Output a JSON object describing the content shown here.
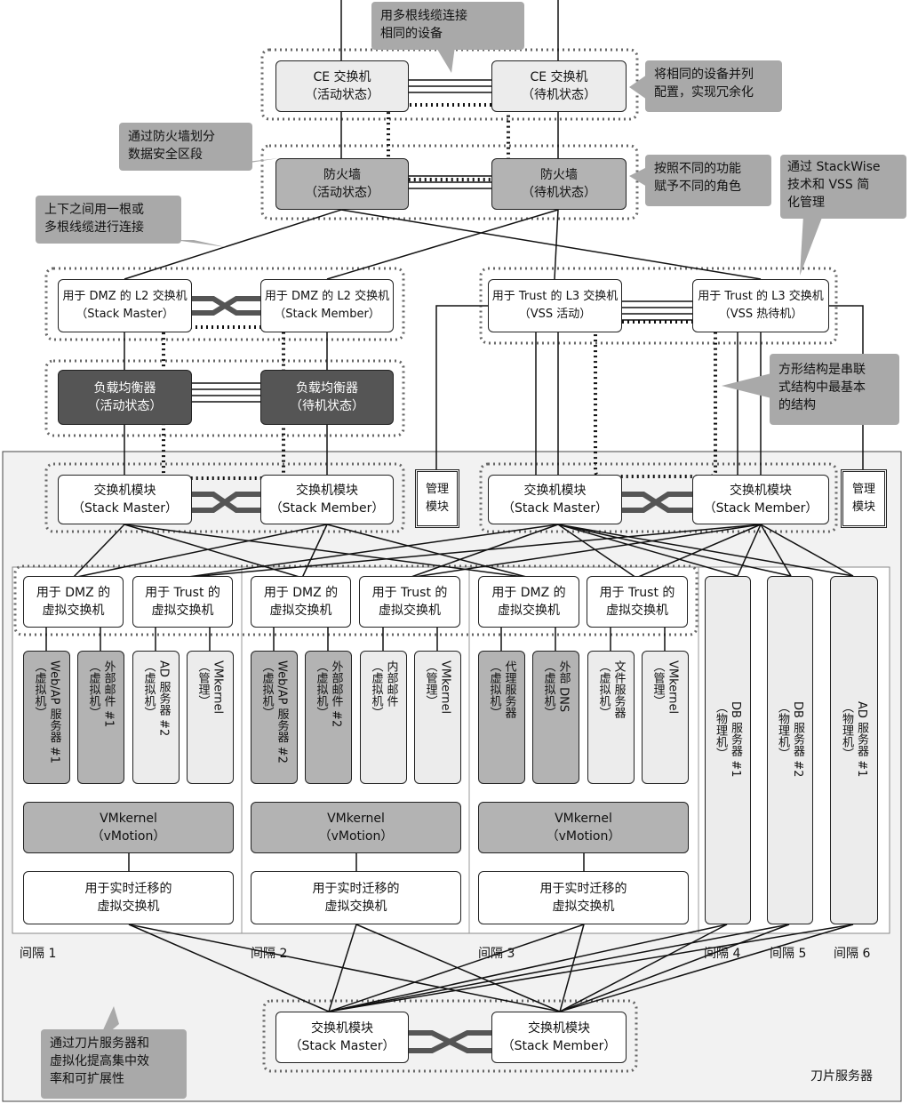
{
  "top_layer": {
    "ce_switches": [
      {
        "name": "CE 交换机",
        "state": "（活动状态）"
      },
      {
        "name": "CE 交换机",
        "state": "（待机状态）"
      }
    ],
    "firewalls": [
      {
        "name": "防火墙",
        "state": "（活动状态）"
      },
      {
        "name": "防火墙",
        "state": "（待机状态）"
      }
    ]
  },
  "l2_switches": [
    {
      "name": "用于 DMZ 的 L2 交换机",
      "role": "（Stack Master）"
    },
    {
      "name": "用于 DMZ 的 L2 交换机",
      "role": "（Stack Member）"
    }
  ],
  "l3_switches": [
    {
      "name": "用于 Trust 的 L3 交换机",
      "role": "（VSS 活动）"
    },
    {
      "name": "用于 Trust 的 L3 交换机",
      "role": "（VSS 热待机）"
    }
  ],
  "load_balancers": [
    {
      "name": "负载均衡器",
      "state": "（活动状态）"
    },
    {
      "name": "负载均衡器",
      "state": "（待机状态）"
    }
  ],
  "switch_modules": [
    {
      "name": "交换机模块",
      "role": "（Stack Master）"
    },
    {
      "name": "交换机模块",
      "role": "（Stack Member）"
    },
    {
      "name": "交换机模块",
      "role": "（Stack Master）"
    },
    {
      "name": "交换机模块",
      "role": "（Stack Member）"
    }
  ],
  "mgmt_modules": [
    {
      "line1": "管理",
      "line2": "模块"
    },
    {
      "line1": "管理",
      "line2": "模块"
    }
  ],
  "bays": [
    {
      "vswitches": [
        {
          "l1": "用于 DMZ 的",
          "l2": "虚拟交换机"
        },
        {
          "l1": "用于 Trust 的",
          "l2": "虚拟交换机"
        }
      ],
      "vms": [
        {
          "l1": "Web/AP 服务器 #1",
          "l2": "（虚拟机）"
        },
        {
          "l1": "外部邮件 #1",
          "l2": "（虚拟机）"
        },
        {
          "l1": "AD 服务器 #2",
          "l2": "（虚拟机）"
        },
        {
          "l1": "VMkernel",
          "l2": "（管理）"
        }
      ],
      "vmkernel": {
        "l1": "VMkernel",
        "l2": "（vMotion）"
      },
      "migrate": {
        "l1": "用于实时迁移的",
        "l2": "虚拟交换机"
      }
    },
    {
      "vswitches": [
        {
          "l1": "用于 DMZ 的",
          "l2": "虚拟交换机"
        },
        {
          "l1": "用于 Trust 的",
          "l2": "虚拟交换机"
        }
      ],
      "vms": [
        {
          "l1": "Web/AP 服务器 #2",
          "l2": "（虚拟机）"
        },
        {
          "l1": "外部邮件 #2",
          "l2": "（虚拟机）"
        },
        {
          "l1": "内部邮件",
          "l2": "（虚拟机）"
        },
        {
          "l1": "VMkernel",
          "l2": "（管理）"
        }
      ],
      "vmkernel": {
        "l1": "VMkernel",
        "l2": "（vMotion）"
      },
      "migrate": {
        "l1": "用于实时迁移的",
        "l2": "虚拟交换机"
      }
    },
    {
      "vswitches": [
        {
          "l1": "用于 DMZ 的",
          "l2": "虚拟交换机"
        },
        {
          "l1": "用于 Trust 的",
          "l2": "虚拟交换机"
        }
      ],
      "vms": [
        {
          "l1": "代理服务器",
          "l2": "（虚拟机）"
        },
        {
          "l1": "外部 DNS",
          "l2": "（虚拟机）"
        },
        {
          "l1": "文件服务器",
          "l2": "（虚拟机）"
        },
        {
          "l1": "VMkernel",
          "l2": "（管理）"
        }
      ],
      "vmkernel": {
        "l1": "VMkernel",
        "l2": "（vMotion）"
      },
      "migrate": {
        "l1": "用于实时迁移的",
        "l2": "虚拟交换机"
      }
    }
  ],
  "physical_servers": [
    {
      "l1": "DB 服务器 #1",
      "l2": "（物理机）"
    },
    {
      "l1": "DB 服务器 #2",
      "l2": "（物理机）"
    },
    {
      "l1": "AD 服务器 #1",
      "l2": "（物理机）"
    }
  ],
  "gap_labels": [
    "间隔 1",
    "间隔 2",
    "间隔 3",
    "间隔 4",
    "间隔 5",
    "间隔 6"
  ],
  "bottom_switches": [
    {
      "name": "交换机模块",
      "role": "（Stack Master）"
    },
    {
      "name": "交换机模块",
      "role": "（Stack Member）"
    }
  ],
  "blade_label": "刀片服务器",
  "callouts": {
    "multi_cable": {
      "l1": "用多根线缆连接",
      "l2": "相同的设备"
    },
    "redundancy": {
      "l1": "将相同的设备并列",
      "l2": "配置，实现冗余化"
    },
    "firewall_zone": {
      "l1": "通过防火墙划分",
      "l2": "数据安全区段"
    },
    "roles": {
      "l1": "按照不同的功能",
      "l2": "赋予不同的角色"
    },
    "stackwise": {
      "l1": "通过 StackWise",
      "l2": "技术和 VSS 简",
      "l3": "化管理"
    },
    "up_down": {
      "l1": "上下之间用一根或",
      "l2": "多根线缆进行连接"
    },
    "square": {
      "l1": "方形结构是串联",
      "l2": "式结构中最基本",
      "l3": "的结构"
    },
    "blade": {
      "l1": "通过刀片服务器和",
      "l2": "虚拟化提高集中效",
      "l3": "率和可扩展性"
    }
  }
}
